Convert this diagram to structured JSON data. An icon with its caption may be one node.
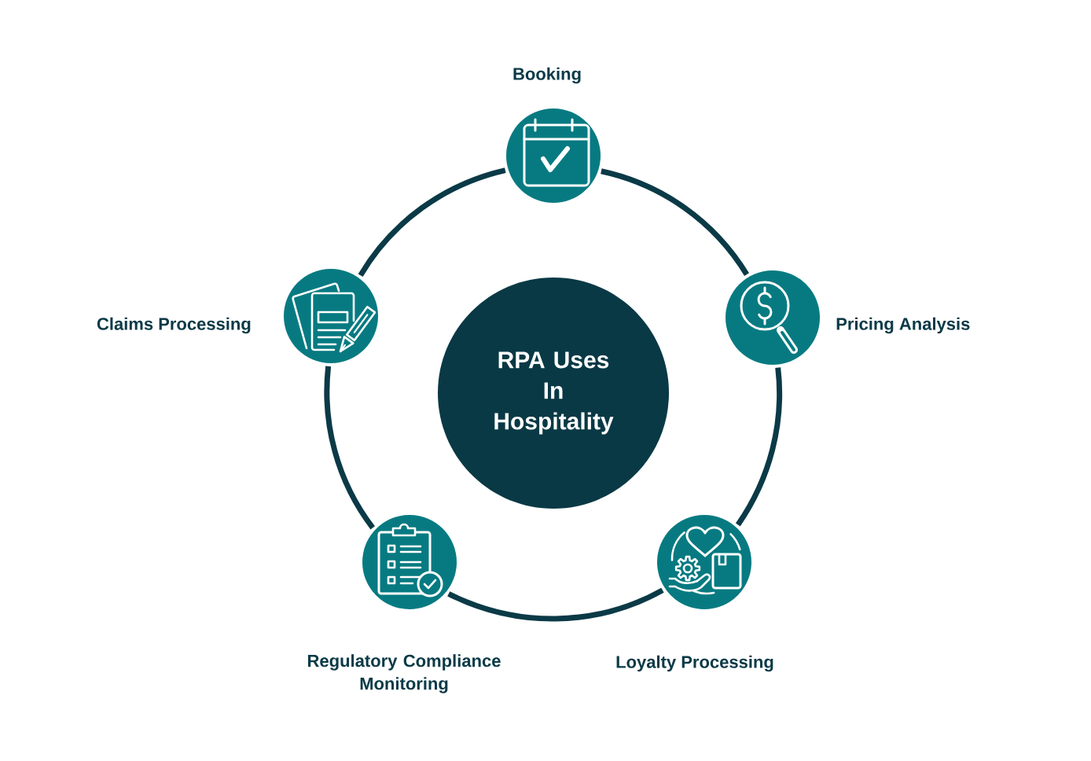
{
  "diagram": {
    "nodes": [
      {
        "text": [
          "RPA Uses In Hospitality"
        ]
      },
      {
        "text": [
          "Booking"
        ]
      },
      {
        "text": [
          "Pricing Analysis"
        ]
      },
      {
        "text": [
          "Loyalty Processing"
        ]
      },
      {
        "text": [
          "Regulatory Compliance Monitoring"
        ]
      },
      {
        "text": [
          "Claims Processing"
        ]
      }
    ],
    "edges": [
      {
        "from": 1,
        "to": 2,
        "arrow": "none"
      },
      {
        "from": 2,
        "to": 3,
        "arrow": "none"
      },
      {
        "from": 3,
        "to": 4,
        "arrow": "none"
      },
      {
        "from": 4,
        "to": 5,
        "arrow": "none"
      },
      {
        "from": 5,
        "to": 1,
        "arrow": "none"
      }
    ]
  }
}
